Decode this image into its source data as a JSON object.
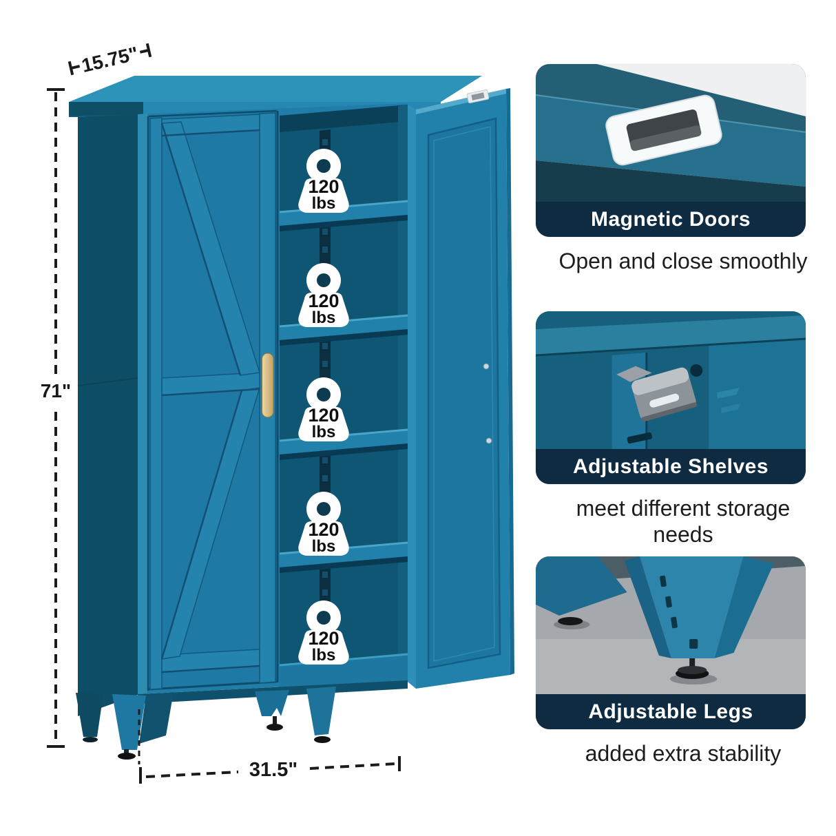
{
  "dimensions": {
    "depth": "15.75\"",
    "height": "71\"",
    "width": "31.5\""
  },
  "shelf_weight_capacity": {
    "items": [
      {
        "value": "120",
        "unit": "lbs"
      },
      {
        "value": "120",
        "unit": "lbs"
      },
      {
        "value": "120",
        "unit": "lbs"
      },
      {
        "value": "120",
        "unit": "lbs"
      },
      {
        "value": "120",
        "unit": "lbs"
      }
    ]
  },
  "features": [
    {
      "title": "Magnetic Doors",
      "caption": "Open and close smoothly"
    },
    {
      "title": "Adjustable Shelves",
      "caption": "meet different storage needs"
    },
    {
      "title": "Adjustable Legs",
      "caption": "added extra stability"
    }
  ],
  "colors": {
    "cabinet_teal": "#2181ab",
    "cabinet_dark_side": "#0d4e66",
    "cabinet_top": "#2e93b8",
    "interior": "#0f5574",
    "handle_gold": "#d8bf86",
    "title_bar_navy": "#0e2b41",
    "weight_badge": "#ffffff",
    "background": "#ffffff"
  }
}
